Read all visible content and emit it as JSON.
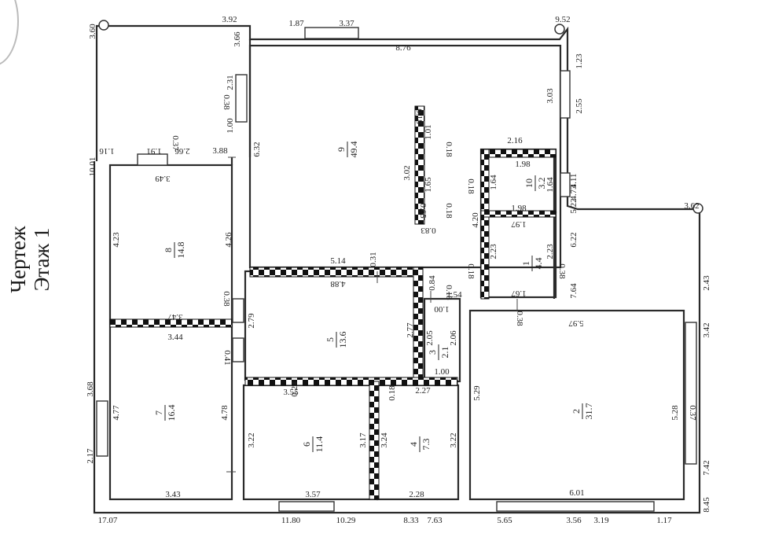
{
  "title": {
    "line1": "Чертеж",
    "line2": "Этаж 1"
  },
  "rooms": [
    {
      "number": "9",
      "area": "49.4"
    },
    {
      "number": "8",
      "area": "14.8"
    },
    {
      "number": "10",
      "area": "3.2"
    },
    {
      "number": "1",
      "area": "4.4"
    },
    {
      "number": "5",
      "area": "13.6"
    },
    {
      "number": "3",
      "area": "2.1"
    },
    {
      "number": "2",
      "area": "31.7"
    },
    {
      "number": "7",
      "area": "16.4"
    },
    {
      "number": "6",
      "area": "11.4"
    },
    {
      "number": "4",
      "area": "7.3"
    }
  ],
  "dimensions": {
    "d_3_92": "3.92",
    "d_1_87": "1.87",
    "d_3_37": "3.37",
    "d_9_52": "9.52",
    "d_3_60": "3.60",
    "d_3_66": "3.66",
    "d_8_76": "8.76",
    "d_1_23": "1.23",
    "d_3_03": "3.03",
    "d_2_55": "2.55",
    "d_2_31": "2.31",
    "d_0_38a": "0.38",
    "d_1_00a": "1.00",
    "d_6_32": "6.32",
    "d_10_01": "10.01",
    "d_0_18a": "0.18",
    "d_1_01": "1.01",
    "d_0_18b": "0.18",
    "d_3_02": "3.02",
    "d_1_65": "1.65",
    "d_0_65": "0.65",
    "d_0_18c": "0.18",
    "d_0_83": "0.83",
    "d_2_16": "2.16",
    "d_1_98a": "1.98",
    "d_0_18d": "0.18",
    "d_1_64a": "1.64",
    "d_1_64b": "1.64",
    "d_5_22": "5.22",
    "d_4_73": "4.73",
    "d_4_11": "4.11",
    "d_1_98b": "1.98",
    "d_1_97": "1.97",
    "d_4_20": "4.20",
    "d_3_62": "3.62",
    "d_1_16": "1.16",
    "d_1_91": "1.91",
    "d_0_37a": "0.37",
    "d_2_66": "2.66",
    "d_3_88": "3.88",
    "d_3_49": "3.49",
    "d_4_23": "4.23",
    "d_4_26": "4.26",
    "d_5_14": "5.14",
    "d_0_31": "0.31",
    "d_4_88": "4.88",
    "d_0_18e": "0.18",
    "d_2_23a": "2.23",
    "d_2_23b": "2.23",
    "d_6_22": "6.22",
    "d_0_38b": "0.38",
    "d_7_64": "7.64",
    "d_2_43": "2.43",
    "d_0_84": "0.84",
    "d_0_18f": "0.18",
    "d_1_54": "1.54",
    "d_1_00b": "1.00",
    "d_1_67": "1.67",
    "d_0_38c": "0.38",
    "d_0_38d": "0.38",
    "d_3_47": "3.47",
    "d_2_79": "2.79",
    "d_3_44": "3.44",
    "d_2_77": "2.77",
    "d_2_05": "2.05",
    "d_2_06": "2.06",
    "d_5_97": "5.97",
    "d_3_42": "3.42",
    "d_0_41": "0.41",
    "d_1_00c": "1.00",
    "d_0_24": "0.24",
    "d_3_55": "3.55",
    "d_0_18g": "0.18",
    "d_2_27": "2.27",
    "d_5_29": "5.29",
    "d_3_68": "3.68",
    "d_4_77": "4.77",
    "d_4_78": "4.78",
    "d_5_28": "5.28",
    "d_0_37b": "0.37",
    "d_3_22a": "3.22",
    "d_3_17": "3.17",
    "d_3_24": "3.24",
    "d_3_22b": "3.22",
    "d_2_17": "2.17",
    "d_7_42": "7.42",
    "d_3_43": "3.43",
    "d_3_57": "3.57",
    "d_2_28": "2.28",
    "d_6_01": "6.01",
    "d_8_45": "8.45",
    "d_17_07": "17.07",
    "d_11_80": "11.80",
    "d_10_29": "10.29",
    "d_8_33": "8.33",
    "d_7_63": "7.63",
    "d_5_65": "5.65",
    "d_3_56": "3.56",
    "d_3_19": "3.19",
    "d_1_17": "1.17"
  }
}
